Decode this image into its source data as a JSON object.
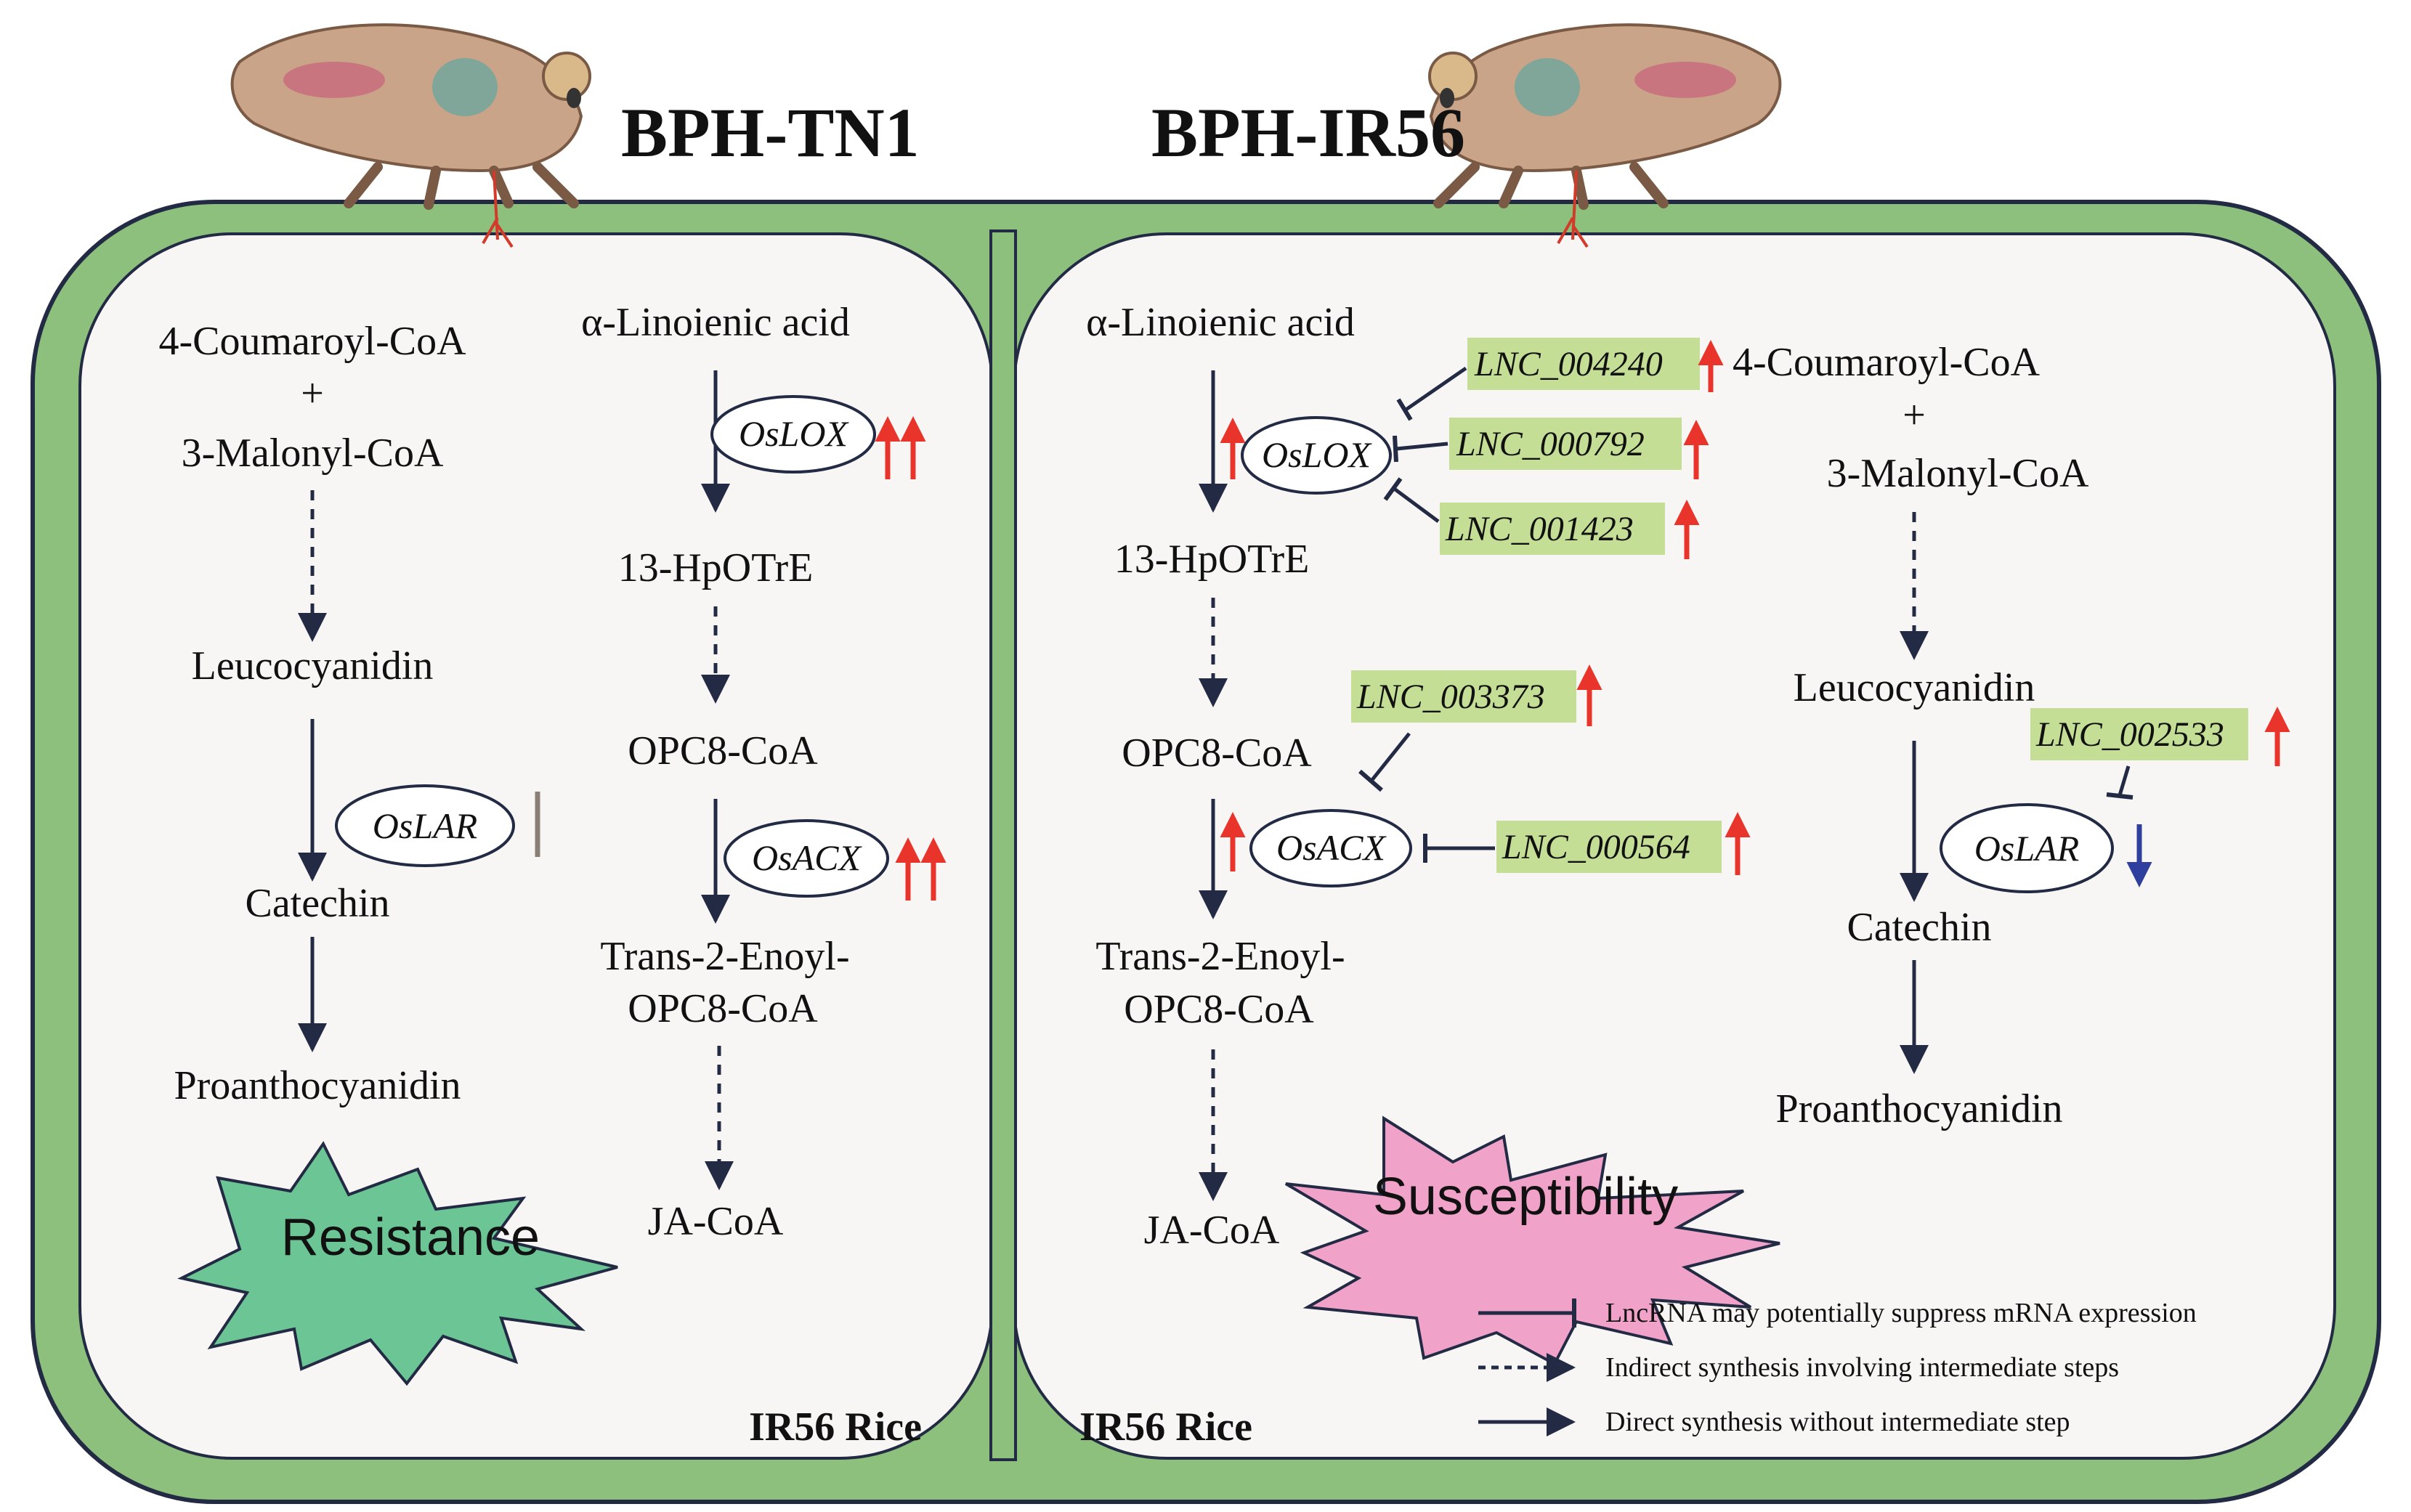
{
  "colors": {
    "cell_wall": "#8dc07c",
    "interior": "#f8f6f4",
    "stroke": "#222a44",
    "up_arrow": "#e8342a",
    "down_arrow": "#2f3f9e",
    "lnc_box": "#c5de96",
    "resistance": "#6cc594",
    "susceptibility": "#f0a2c8",
    "no_change_bar": "#8a7f77"
  },
  "insects": [
    "brown-planthopper-tn1",
    "brown-planthopper-ir56"
  ],
  "headers": {
    "left": "BPH-TN1",
    "right": "BPH-IR56"
  },
  "left_panel": {
    "flavonoid": {
      "substrate1": "4-Coumaroyl-CoA",
      "plus": "+",
      "substrate2": "3-Malonyl-CoA",
      "leucocyanidin": "Leucocyanidin",
      "enzyme": "OsLAR",
      "catechin": "Catechin",
      "proanthocyanidin": "Proanthocyanidin",
      "lar_change": "no-change"
    },
    "ja": {
      "start": "α-Linoienic acid",
      "lox": "OsLOX",
      "hpotre": "13-HpOTrE",
      "opc8": "OPC8-CoA",
      "acx": "OsACX",
      "trans_line1": "Trans-2-Enoyl-",
      "trans_line2": "OPC8-CoA",
      "end": "JA-CoA",
      "lox_change": "double-up",
      "acx_change": "double-up"
    },
    "outcome": "Resistance",
    "rice": "IR56 Rice"
  },
  "right_panel": {
    "ja": {
      "start": "α-Linoienic acid",
      "lox": "OsLOX",
      "hpotre": "13-HpOTrE",
      "opc8": "OPC8-CoA",
      "acx": "OsACX",
      "trans_line1": "Trans-2-Enoyl-",
      "trans_line2": "OPC8-CoA",
      "end": "JA-CoA"
    },
    "lncrnas": {
      "lox_regulators": [
        "LNC_004240",
        "LNC_000792",
        "LNC_001423"
      ],
      "acx_regulators": [
        "LNC_003373",
        "LNC_000564"
      ],
      "lar_regulator": "LNC_002533"
    },
    "flavonoid": {
      "substrate1": "4-Coumaroyl-CoA",
      "plus": "+",
      "substrate2": "3-Malonyl-CoA",
      "leucocyanidin": "Leucocyanidin",
      "enzyme": "OsLAR",
      "catechin": "Catechin",
      "proanthocyanidin": "Proanthocyanidin",
      "lar_change": "down"
    },
    "outcome": "Susceptibility",
    "rice": "IR56 Rice"
  },
  "legend": {
    "inhibit": "LncRNA may potentially suppress mRNA expression",
    "indirect": "Indirect synthesis involving intermediate steps",
    "direct": "Direct synthesis without intermediate step"
  }
}
